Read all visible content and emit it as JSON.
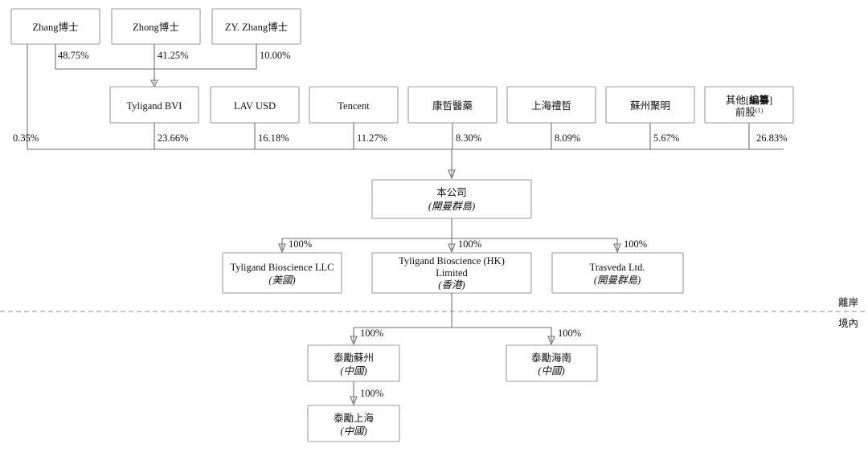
{
  "diagram": {
    "title": "Corporate shareholding structure chart",
    "boundary": {
      "offshore_label": "離岸",
      "onshore_label": "境內"
    },
    "shareholders_top": [
      {
        "name": "Zhang博士",
        "pct_to_bvi": "48.75%",
        "pct_direct": "0.35%"
      },
      {
        "name": "Zhong博士",
        "pct_to_bvi": "41.25%"
      },
      {
        "name": "ZY. Zhang博士",
        "pct_to_bvi": "10.00%"
      }
    ],
    "holders_row": [
      {
        "name": "Tyligand BVI",
        "pct": "23.66%"
      },
      {
        "name": "LAV USD",
        "pct": "16.18%"
      },
      {
        "name": "Tencent",
        "pct": "11.27%"
      },
      {
        "name": "康哲醫藥",
        "pct": "8.30%"
      },
      {
        "name": "上海禮哲",
        "pct": "8.09%"
      },
      {
        "name": "蘇州聚明",
        "pct": "5.67%"
      },
      {
        "name": "其他[編纂]前股",
        "name_prefix": "其他[",
        "name_redacted": "編纂",
        "name_suffix": "]",
        "name_line2": "前股",
        "footnote": "(1)",
        "pct": "26.83%"
      }
    ],
    "company": {
      "name": "本公司",
      "jurisdiction": "(開曼群島)"
    },
    "subsidiaries_offshore": [
      {
        "name": "Tyligand Bioscience LLC",
        "jurisdiction": "(美國)",
        "pct": "100%"
      },
      {
        "name_line1": "Tyligand Bioscience (HK)",
        "name_line2": "Limited",
        "jurisdiction": "(香港)",
        "pct": "100%"
      },
      {
        "name": "Trasveda Ltd.",
        "jurisdiction": "(開曼群島)",
        "pct": "100%"
      }
    ],
    "subsidiaries_onshore": [
      {
        "name": "泰勵蘇州",
        "jurisdiction": "(中國)",
        "pct": "100%"
      },
      {
        "name": "泰勵海南",
        "jurisdiction": "(中國)",
        "pct": "100%"
      },
      {
        "name": "泰勵上海",
        "jurisdiction": "(中國)",
        "pct": "100%"
      }
    ],
    "colors": {
      "box_stroke": "#9a9a9a",
      "line": "#6f6f6f",
      "text": "#111111",
      "background": "#ffffff"
    }
  }
}
